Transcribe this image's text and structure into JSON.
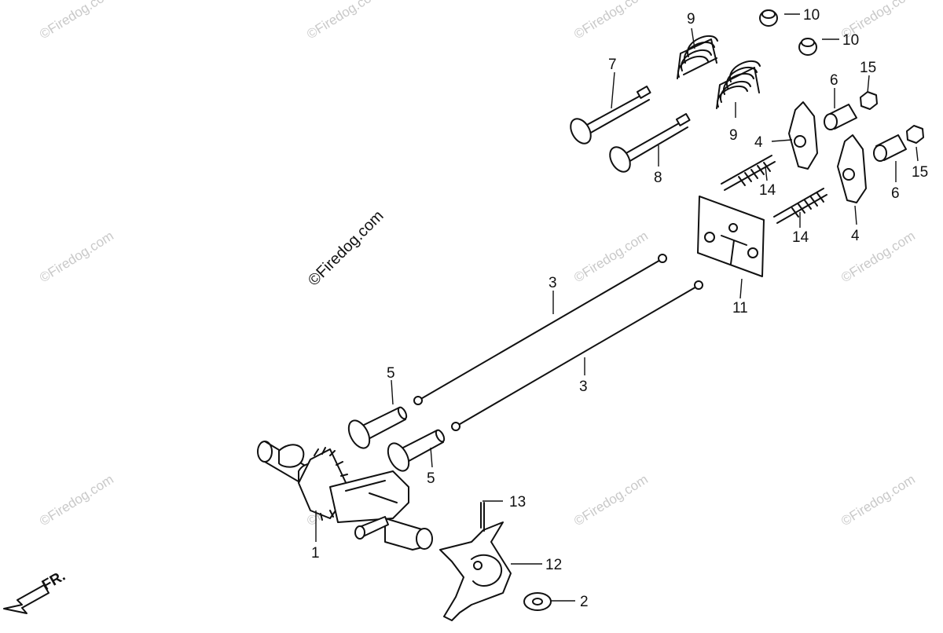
{
  "watermark": "©Firedog.com",
  "brand": "©Firedog.com",
  "front_indicator": "FR.",
  "callouts": {
    "1": "1",
    "2": "2",
    "3a": "3",
    "3b": "3",
    "4a": "4",
    "4b": "4",
    "5a": "5",
    "5b": "5",
    "6a": "6",
    "6b": "6",
    "7": "7",
    "8": "8",
    "9a": "9",
    "9b": "9",
    "10a": "10",
    "10b": "10",
    "11": "11",
    "12": "12",
    "13": "13",
    "14a": "14",
    "14b": "14",
    "15a": "15",
    "15b": "15"
  }
}
